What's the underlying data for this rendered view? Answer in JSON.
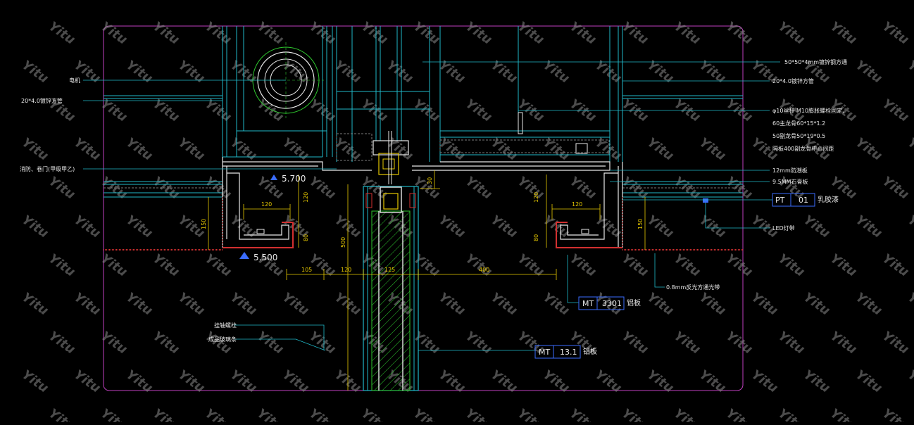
{
  "colors": {
    "background": "#000000",
    "cyan": "#20b8c8",
    "white": "#e8e8e8",
    "yellow": "#e6c800",
    "green": "#2ec82e",
    "red": "#d23030",
    "blue": "#3a6cff",
    "magenta": "#c040c0",
    "watermark": "#8a8a8a"
  },
  "watermark_text": "Yitu",
  "annotations_left": {
    "motor": "电机",
    "steel_tube_20": "20*4.0镀锌方管",
    "curtain": "消防、卷门(甲级甲乙)",
    "hanger": "挂轴螺栓",
    "finished_filter": "成品玻璃条"
  },
  "annotations_right": {
    "steel_tube_50": "50*50*4mm镀锌钢方通",
    "steel_tube_20r": "20*4.0镀锌方管",
    "rod_m10": "φ10丝杆 M10膨胀螺栓固定、",
    "keel_60": "60主龙骨60*15*1.2",
    "keel_50": "50副龙骨50*19*0.5",
    "board_gap": "隔板400副龙骨中心间距",
    "gypsum_12": "12mm防潮板",
    "gypsum_95": "9.5MM石膏板",
    "paint": "乳胶漆",
    "led": "LED灯带",
    "reflective": "0.8mm反光方通光带",
    "aluminum_1": "铝板",
    "aluminum_2": "铝板"
  },
  "tags": {
    "pt_code": "PT",
    "pt_num": "01",
    "mt1_code": "MT",
    "mt1_num": "3301",
    "mt2_code": "MT",
    "mt2_num": "13.1"
  },
  "levels": {
    "upper": "5.700",
    "lower": "5.500"
  },
  "dimensions": {
    "d120_left_h": "120",
    "d120_left_v": "120",
    "d80_left": "80",
    "d150_left": "150",
    "d500": "500",
    "d30": "30",
    "d105": "105",
    "d120_mid": "120",
    "d125": "125",
    "d400": "400",
    "d120_right_h": "120",
    "d120_right_v": "120",
    "d80_right": "80",
    "d150_right": "150"
  }
}
